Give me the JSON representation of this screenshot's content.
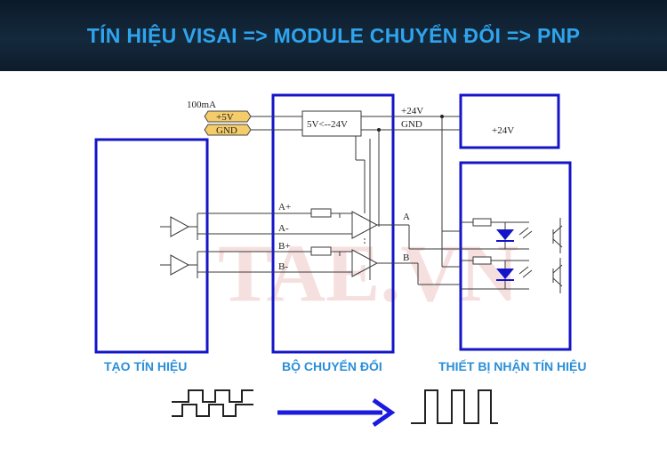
{
  "header": {
    "title": "TÍN HIỆU VISAI => MODULE CHUYỂN ĐỔI => PNP"
  },
  "labels": {
    "current": "100mA",
    "plus5v": "+5V",
    "gnd_left": "GND",
    "converter": "5V<--24V",
    "plus24v_line": "+24V",
    "gnd_right": "GND",
    "supply_box": "+24V",
    "a_plus": "A+",
    "a_minus": "A-",
    "b_plus": "B+",
    "b_minus": "B-",
    "out_a": "A",
    "out_b": "B"
  },
  "captions": {
    "generator": "TẠO TÍN HIỆU",
    "module": "BỘ CHUYỂN ĐỔI",
    "receiver": "THIẾT BỊ NHẬN TÍN HIỆU"
  },
  "watermark": "TAE.VN",
  "colors": {
    "header_text": "#2fa4ee",
    "box_border": "#1414c8",
    "wire": "#3a3a3a",
    "caption": "#2a8fd8",
    "arrow": "#1a1ae0"
  }
}
